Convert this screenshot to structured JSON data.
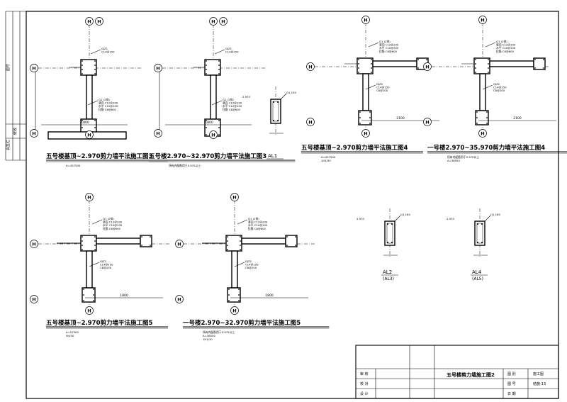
{
  "drawings": [
    {
      "title": "五号楼基顶~2.970剪力墙平法施工图3",
      "note1": "A=457500",
      "note2": "",
      "axis_top": [
        "H",
        "H"
      ],
      "axis_left": [
        "H",
        "H"
      ],
      "dim_bottom": "1800"
    },
    {
      "title": "五号楼2.970~32.970剪力墙平法施工图3",
      "note1": "所有内配筋用于5.970以上",
      "note2": "",
      "axis_top": [
        "H",
        "H"
      ],
      "axis_left": [
        "H",
        "H"
      ],
      "dim_bottom": "1800"
    },
    {
      "title": "五号楼基顶~2.970剪力墙平法施工图4",
      "note1": "A=457500",
      "note2": "1H1/30",
      "axis_top": [
        "H"
      ],
      "axis_left": [
        "H",
        "H"
      ],
      "dim_bottom": "2100"
    },
    {
      "title": "一号楼2.970~35.970剪力墙平法施工图4",
      "note1": "所有内配筋用于5.970以上",
      "note2": "A=38550",
      "axis_top": [
        "H"
      ],
      "axis_left": [
        "H",
        "H"
      ],
      "dim_bottom": "2100"
    },
    {
      "title": "五号楼基顶~2.970剪力墙平法施工图5",
      "note1": "A=57500",
      "note2": "5H/30",
      "axis_top": [
        "H"
      ],
      "axis_left": [
        "H",
        "H"
      ],
      "dim_bottom": "1800"
    },
    {
      "title": "一号楼2.970~32.970剪力墙平法施工图5",
      "note1": "所有内配筋用于5.970以上",
      "note2": "A=38550",
      "note3": "1H1/30",
      "axis_top": [
        "H"
      ],
      "axis_left": [
        "H",
        "H"
      ],
      "dim_bottom": "1800"
    }
  ],
  "sections": [
    {
      "label": "AL1",
      "sub": "",
      "top_note": "Q1,150",
      "mid_note": "2.970"
    },
    {
      "label": "AL2",
      "sub": "(AL3)",
      "top_note": "Q1,160",
      "mid_note": "2.970"
    },
    {
      "label": "AL4",
      "sub": "(AL5)",
      "top_note": "Q1,160",
      "mid_note": "2.970"
    }
  ],
  "left_margin": {
    "label_top": "图号",
    "label_mid": "修改",
    "label_bottom": "会签栏"
  },
  "title_block": {
    "project_title": "五号楼剪力墙施工图2",
    "rows": [
      {
        "label": "审 核",
        "value": ""
      },
      {
        "label": "校 对",
        "value": ""
      },
      {
        "label": "设 计",
        "value": ""
      }
    ],
    "right": [
      {
        "label": "图 别",
        "value": "施工图"
      },
      {
        "label": "图 号",
        "value": "结施-13"
      },
      {
        "label": "日 期",
        "value": ""
      }
    ]
  }
}
